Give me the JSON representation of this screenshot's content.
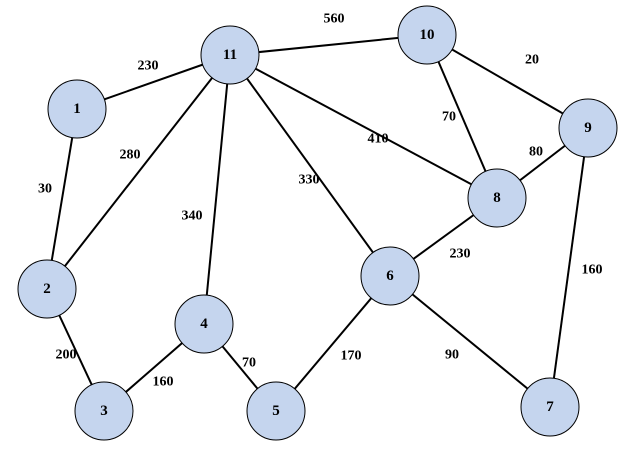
{
  "graph": {
    "colors": {
      "node_fill": "#c5d5ee",
      "node_stroke": "#000000",
      "edge": "#000000",
      "text": "#000000"
    },
    "nodes": [
      {
        "id": "1",
        "label": "1"
      },
      {
        "id": "2",
        "label": "2"
      },
      {
        "id": "3",
        "label": "3"
      },
      {
        "id": "4",
        "label": "4"
      },
      {
        "id": "5",
        "label": "5"
      },
      {
        "id": "6",
        "label": "6"
      },
      {
        "id": "7",
        "label": "7"
      },
      {
        "id": "8",
        "label": "8"
      },
      {
        "id": "9",
        "label": "9"
      },
      {
        "id": "10",
        "label": "10"
      },
      {
        "id": "11",
        "label": "11"
      }
    ],
    "edges": [
      {
        "from": "1",
        "to": "11",
        "weight": "230"
      },
      {
        "from": "1",
        "to": "2",
        "weight": "30"
      },
      {
        "from": "11",
        "to": "10",
        "weight": "560"
      },
      {
        "from": "11",
        "to": "2",
        "weight": "280"
      },
      {
        "from": "11",
        "to": "4",
        "weight": "340"
      },
      {
        "from": "11",
        "to": "6",
        "weight": "330"
      },
      {
        "from": "11",
        "to": "8",
        "weight": "410"
      },
      {
        "from": "10",
        "to": "9",
        "weight": "20"
      },
      {
        "from": "10",
        "to": "8",
        "weight": "70"
      },
      {
        "from": "9",
        "to": "8",
        "weight": "80"
      },
      {
        "from": "9",
        "to": "7",
        "weight": "160"
      },
      {
        "from": "8",
        "to": "6",
        "weight": "230"
      },
      {
        "from": "2",
        "to": "3",
        "weight": "200"
      },
      {
        "from": "4",
        "to": "3",
        "weight": "160"
      },
      {
        "from": "4",
        "to": "5",
        "weight": "70"
      },
      {
        "from": "6",
        "to": "5",
        "weight": "170"
      },
      {
        "from": "6",
        "to": "7",
        "weight": "90"
      }
    ]
  }
}
